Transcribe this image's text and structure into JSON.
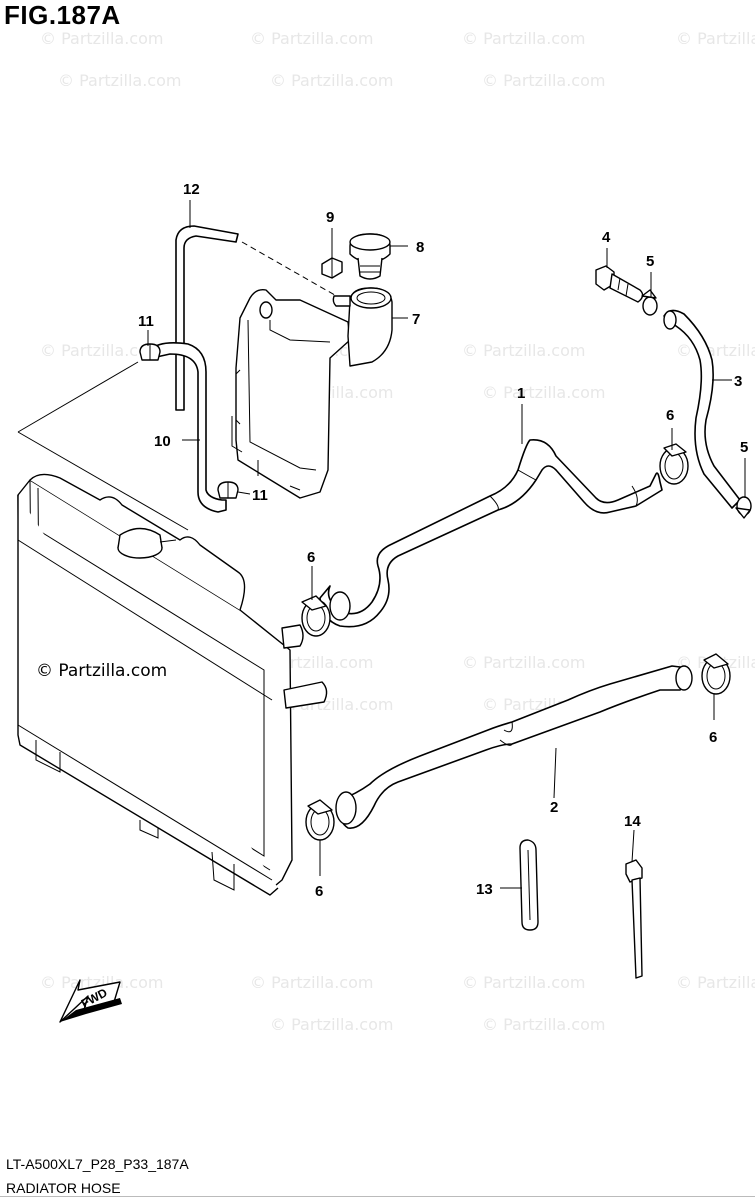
{
  "figure": {
    "title": "FIG.187A",
    "model_code": "LT-A500XL7_P28_P33_187A",
    "section_name": "RADIATOR HOSE"
  },
  "watermark": {
    "text": "© Partzilla.com",
    "main_text": "© Partzilla.com"
  },
  "direction_marker": {
    "label": "FWD",
    "icon": "fwd-arrow-icon"
  },
  "callouts": {
    "c1": "1",
    "c2": "2",
    "c3": "3",
    "c4": "4",
    "c5a": "5",
    "c5b": "5",
    "c6a": "6",
    "c6b": "6",
    "c6c": "6",
    "c6d": "6",
    "c7": "7",
    "c8": "8",
    "c9": "9",
    "c10": "10",
    "c11a": "11",
    "c11b": "11",
    "c12": "12",
    "c13": "13",
    "c14": "14"
  },
  "colors": {
    "ink": "#000000",
    "watermark": "#e7e7e7",
    "paper": "#ffffff"
  }
}
